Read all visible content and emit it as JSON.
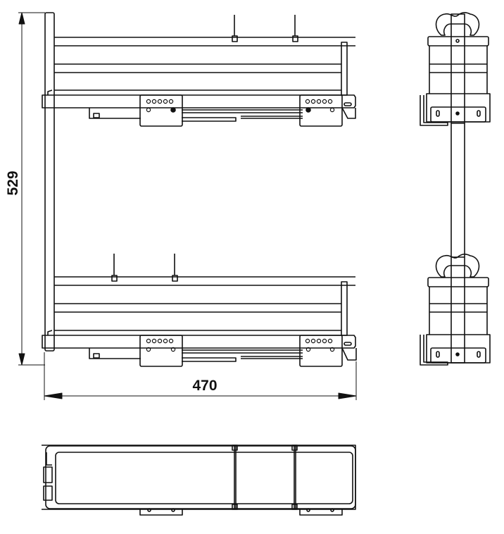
{
  "drawing": {
    "type": "technical-drawing",
    "subject": "two-tier pull-out basket with runners",
    "views": [
      "front-view",
      "side-view",
      "top-view"
    ],
    "line_color": "#111111",
    "background": "#ffffff"
  },
  "dimensions": {
    "height": {
      "value": "529",
      "orientation": "vertical"
    },
    "width": {
      "value": "470",
      "orientation": "horizontal"
    }
  }
}
